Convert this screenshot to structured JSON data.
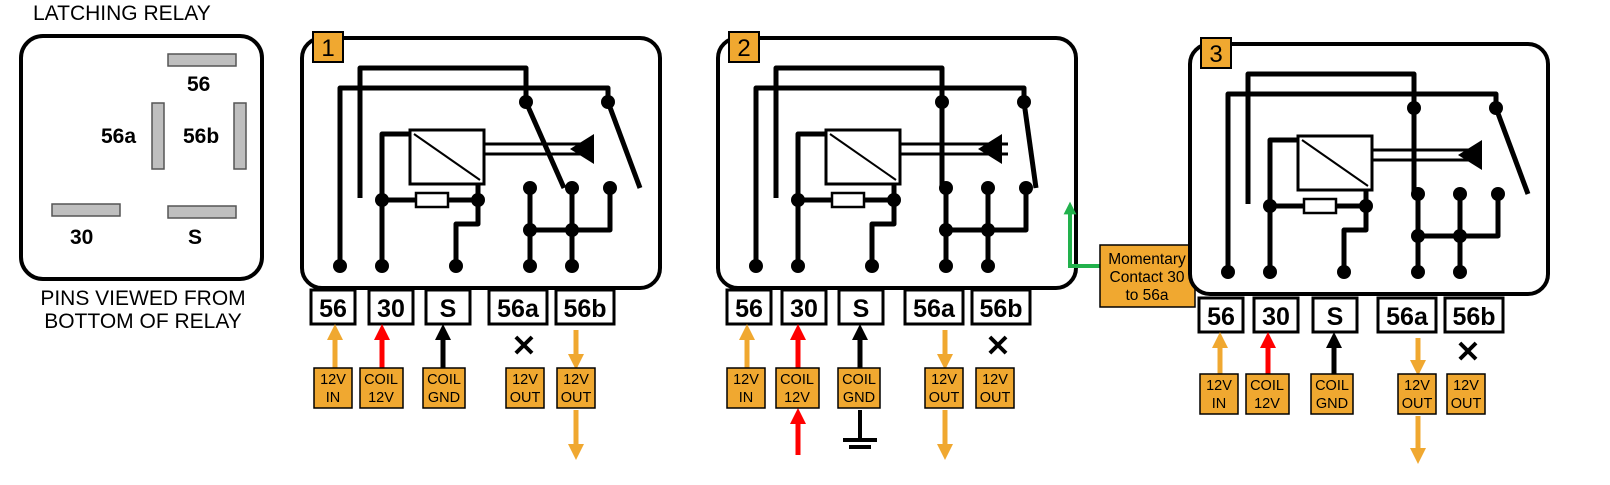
{
  "title": "LATCHING RELAY",
  "caption_line1": "PINS VIEWED FROM",
  "caption_line2": "BOTTOM OF RELAY",
  "key_pins": {
    "p56": "56",
    "p56a": "56a",
    "p56b": "56b",
    "p30": "30",
    "pS": "S"
  },
  "colors": {
    "orange": "#f0a830",
    "red": "#ff0000",
    "green": "#22b14c",
    "black": "#000000"
  },
  "panels": [
    {
      "number": "1",
      "pins": [
        "56",
        "30",
        "S",
        "56a",
        "56b"
      ],
      "labels": {
        "p56": [
          "12V",
          "IN"
        ],
        "p30": [
          "COIL",
          "12V"
        ],
        "pS": [
          "COIL",
          "GND"
        ],
        "p56a": [
          "12V",
          "OUT"
        ],
        "p56b": [
          "12V",
          "OUT"
        ]
      }
    },
    {
      "number": "2",
      "pins": [
        "56",
        "30",
        "S",
        "56a",
        "56b"
      ],
      "labels": {
        "p56": [
          "12V",
          "IN"
        ],
        "p30": [
          "COIL",
          "12V"
        ],
        "pS": [
          "COIL",
          "GND"
        ],
        "p56a": [
          "12V",
          "OUT"
        ],
        "p56b": [
          "12V",
          "OUT"
        ]
      },
      "callout": [
        "Momentary",
        "Contact 30",
        "to 56a"
      ]
    },
    {
      "number": "3",
      "pins": [
        "56",
        "30",
        "S",
        "56a",
        "56b"
      ],
      "labels": {
        "p56": [
          "12V",
          "IN"
        ],
        "p30": [
          "COIL",
          "12V"
        ],
        "pS": [
          "COIL",
          "GND"
        ],
        "p56a": [
          "12V",
          "OUT"
        ],
        "p56b": [
          "12V",
          "OUT"
        ]
      }
    }
  ]
}
